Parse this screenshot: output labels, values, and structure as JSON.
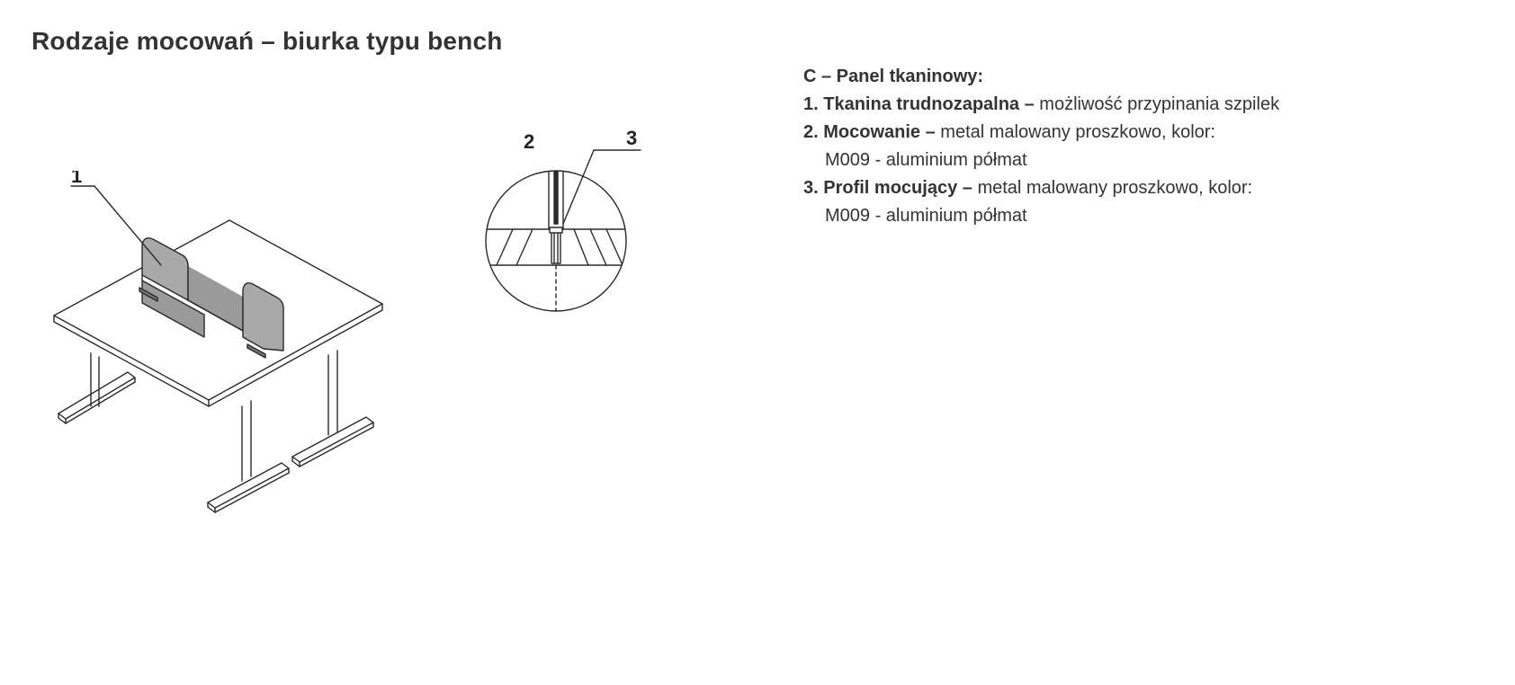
{
  "title": "Rodzaje mocowań – biurka typu bench",
  "figures": {
    "desk": {
      "callout": "1",
      "icon": "bench-desk-with-fabric-panel-illustration"
    },
    "detail": {
      "callout_left": "2",
      "callout_right": "3",
      "icon": "mounting-detail-circle-illustration"
    }
  },
  "spec": {
    "heading": "C – Panel tkaninowy:",
    "items": [
      {
        "number": "1.",
        "term": "Tkanina trudnozapalna –",
        "description": "możliwość przypinania szpilek",
        "continuation": ""
      },
      {
        "number": "2.",
        "term": "Mocowanie –",
        "description": "metal malowany proszkowo, kolor:",
        "continuation": "M009 - aluminium półmat"
      },
      {
        "number": "3.",
        "term": "Profil mocujący –",
        "description": "metal malowany proszkowo, kolor:",
        "continuation": "M009 - aluminium półmat"
      }
    ]
  },
  "colors": {
    "text": "#333333",
    "line": "#2a2a2a",
    "panel_fill": "#a9a9a9",
    "panel_shadow": "#8e8e8e",
    "background": "#ffffff"
  }
}
